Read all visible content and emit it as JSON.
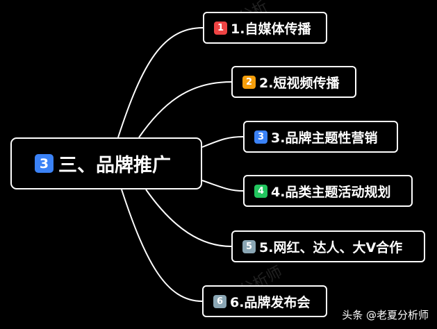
{
  "root": {
    "badge": "3",
    "badge_color": "#3b82f6",
    "label": "三、品牌推广"
  },
  "children": [
    {
      "badge": "1",
      "badge_color": "#ef4444",
      "label": "1.自媒体传播"
    },
    {
      "badge": "2",
      "badge_color": "#f59e0b",
      "label": "2.短视频传播"
    },
    {
      "badge": "3",
      "badge_color": "#3b82f6",
      "label": "3.品牌主题性营销"
    },
    {
      "badge": "4",
      "badge_color": "#22c55e",
      "label": "4.品类主题活动规划"
    },
    {
      "badge": "5",
      "badge_color": "#8aa6b4",
      "label": "5.网红、达人、大V合作"
    },
    {
      "badge": "6",
      "badge_color": "#8aa6b4",
      "label": "6.品牌发布会"
    }
  ],
  "footer": {
    "text": "头条 @老夏分析师"
  },
  "colors": {
    "background": "#000000",
    "stroke": "#ffffff"
  }
}
